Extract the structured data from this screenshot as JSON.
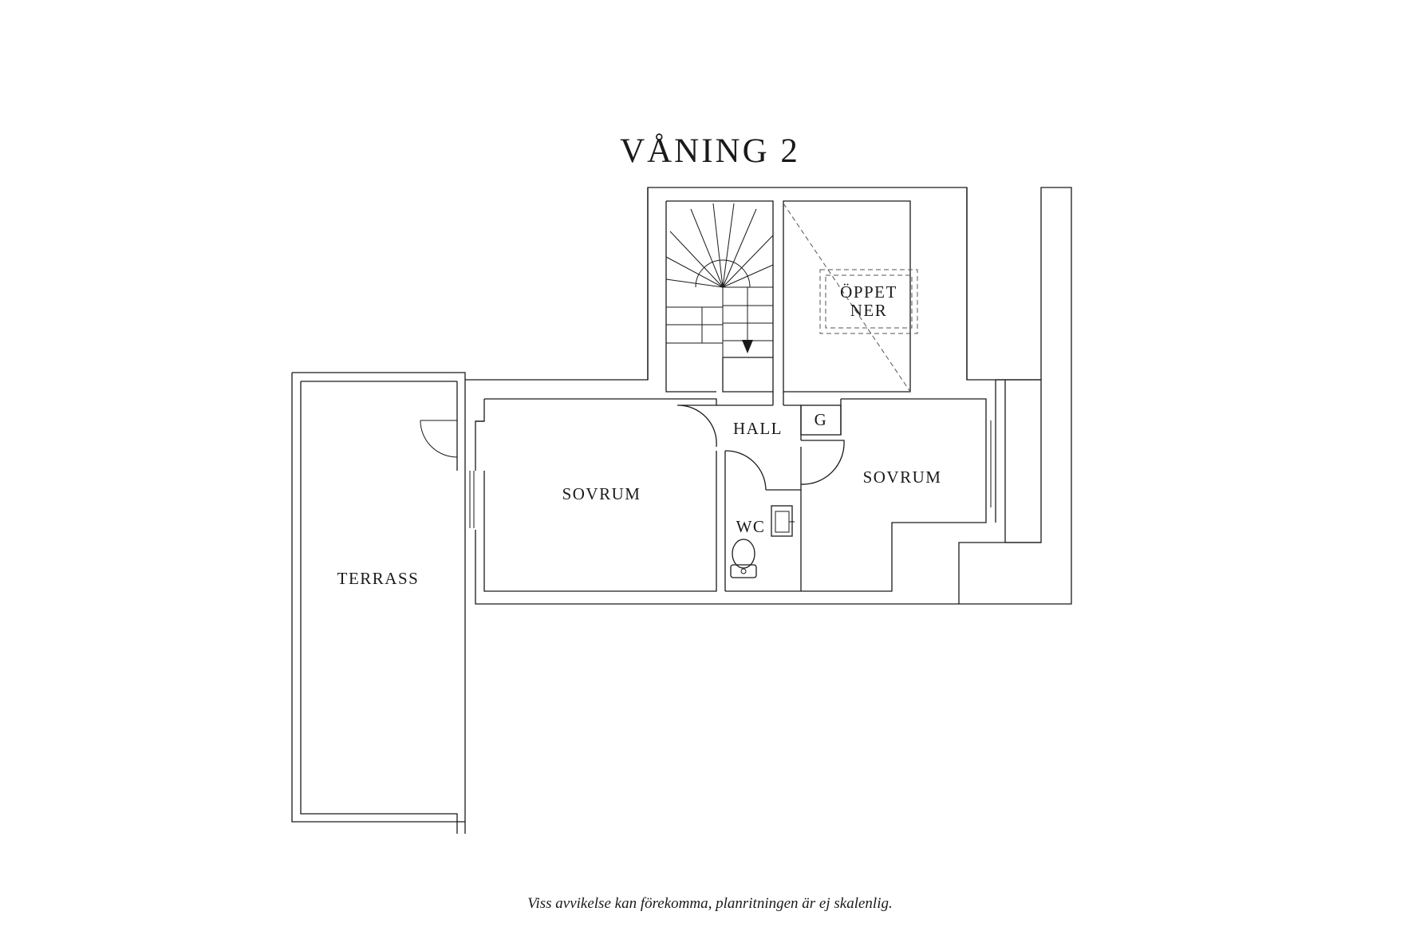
{
  "title": "VÅNING 2",
  "rooms": {
    "terrass": "TERRASS",
    "sovrum_left": "SOVRUM",
    "hall": "HALL",
    "wc": "WC",
    "sovrum_right": "SOVRUM",
    "closet": "G",
    "opening_line1": "ÖPPET",
    "opening_line2": "NER"
  },
  "footer_note": "Viss avvikelse kan förekomma, planritningen är ej skalenlig."
}
